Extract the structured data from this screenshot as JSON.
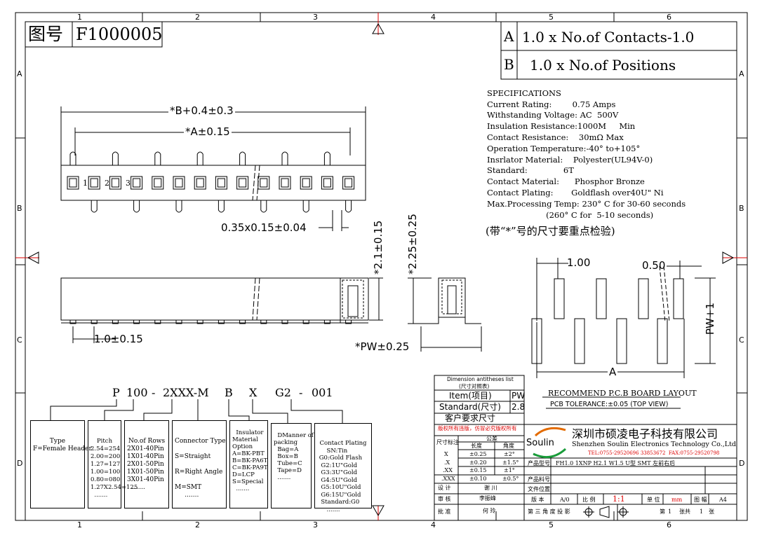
{
  "drawing": {
    "label": "图号",
    "number": "F1000005",
    "grid_cols": [
      "1",
      "2",
      "3",
      "4",
      "5",
      "6"
    ],
    "grid_rows": [
      "A",
      "B",
      "C",
      "D"
    ]
  },
  "dim_table": {
    "a_key": "A",
    "a_value": "1.0 x No.of Contacts-1.0",
    "b_key": "B",
    "b_value": "1.0 x No.of Positions"
  },
  "specs": {
    "title": "SPECIFICATIONS",
    "lines": [
      "Current Rating:        0.75 Amps",
      "Withstanding Voltage: AC  500V",
      "Insulation Resistance:1000M     Min",
      "Contact Resistance:    30mΩ Max",
      "Operation Temperature:-40° to+105°",
      "Insrlator Material:    Polyester(UL94V-0)",
      "Standard:              6T",
      "Contact Material:      Phosphor Bronze",
      "Contact Plating:       Goldflash over40U\" Ni",
      "Max.Processing Temp: 230° C for 30-60 seconds",
      "                       (260° C for  5-10 seconds)"
    ],
    "note": "(带“*”号的尺寸要重点检验)"
  },
  "dimensions": {
    "b_dim": "*B+0.4±0.3",
    "a_dim": "*A±0.15",
    "pin_section": "0.35x0.15±0.04",
    "height_21": "*2.1±0.15",
    "height_225": "*2.25±0.25",
    "pitch_10": "1.0±0.15",
    "pw_dim": "*PW±0.25",
    "pcb_100": "1.00",
    "pcb_050": "0.50",
    "pcb_pw1": "PW+1",
    "pcb_a": "A",
    "pin_numbers": [
      "1",
      "2",
      "3"
    ]
  },
  "pcb_layout": {
    "title": "RECOMMEND P.C.B BOARD LAYOUT",
    "tolerance": "PCB TOLERANCE:±0.05 (TOP VIEW)"
  },
  "part_code": {
    "p": "P",
    "pitch": "100",
    "dash1": "-",
    "rows": "2XXX-M",
    "ins": "B",
    "pack": "X",
    "plate": "G2",
    "dash2": "-",
    "suffix": "001"
  },
  "code_boxes": [
    {
      "title": "Type",
      "lines": "F=Female Header"
    },
    {
      "title": "Pitch",
      "lines": "2.54=254\n2.00=200\n1.27=127\n1.00=100\n0.80=080\n1.27X2.54=125\n  ......."
    },
    {
      "title": "No.of Rows",
      "lines": "2X01-40Pin\n1X01-40Pin\n2X01-50Pin\n1X01-50Pin\n3X01-40Pin\n  ......."
    },
    {
      "title": "Connector Type",
      "lines": "\nS=Straight\n\nR=Right Angle\n\nM=SMT\n     ......."
    },
    {
      "title": "Insulator\nMaterial\nOption",
      "lines": "A=BK-PBT\nB=BK-PA6T\nC=BK-PA9T\nD=LCP\nS=Special\n  ......."
    },
    {
      "title": "DManner of\npacking",
      "lines": "  Bag=A\n  Box=B\n  Tube=C\n  Tape=D\n  ......."
    },
    {
      "title": "Contact Plating",
      "lines": "     SN:Tin\n G0:Gold Flash\n  G2:1U\"Gold\n  G3:3U\"Gold\n  G4:5U\"Gold\n  G5:10U\"Gold\n  G6:15U\"Gold\n  Standard:G0\n     ......."
    }
  ],
  "dim_list": {
    "title": "Dimension antitheses list",
    "subtitle": "(尺寸对照表)",
    "header_item": "Item(项目)",
    "header_pw": "PW",
    "standard_label": "Standard(尺寸)",
    "standard_value": "2.8",
    "customer": "客户要求尺寸"
  },
  "title_block": {
    "warning": "版权所有违版，仿冒必究版权所有",
    "company_cn": "深圳市硕凌电子科技有限公司",
    "company_en": "Shenzhen Soulin Electronics Technology Co.,Ltd",
    "contact": "TEL:0755-29520696 33853672  FAX:0755-29520798",
    "logo": "Soulin",
    "tol_label": "尺寸标注",
    "tol_header": "公差",
    "tol_len": "长度",
    "tol_ang": "角度",
    "tol_rows": [
      [
        "X",
        "±0.25",
        "±2°"
      ],
      [
        ".X",
        "±0.20",
        "±1.5°"
      ],
      [
        ".XX",
        "±0.15",
        "±1°"
      ],
      [
        ".XXX",
        "±0.10",
        "±0.5°"
      ]
    ],
    "model_label": "产品型号",
    "model_value": "FH1.0 1XNP H2.1 W1.5 U型 SMT 左前右后",
    "partno_label": "产品料号",
    "file_label": "文件位置",
    "design_label": "设 计",
    "design_value": "谢 川",
    "review_label": "审 核",
    "review_value": "李振峰",
    "approve_label": "批 准",
    "approve_value": "何 玲",
    "version_label": "版 本",
    "version_value": "A/0",
    "scale_label": "比 例",
    "scale_value": "1:1",
    "unit_label": "单 位",
    "unit_value": "mm",
    "size_label": "图 幅",
    "size_value": "A4",
    "projection_label": "第 三 角 度 投 影",
    "sheet_label": "第",
    "sheet_value": "1",
    "sheet_mid": "张共",
    "sheet_total": "1",
    "sheet_end": "张"
  }
}
